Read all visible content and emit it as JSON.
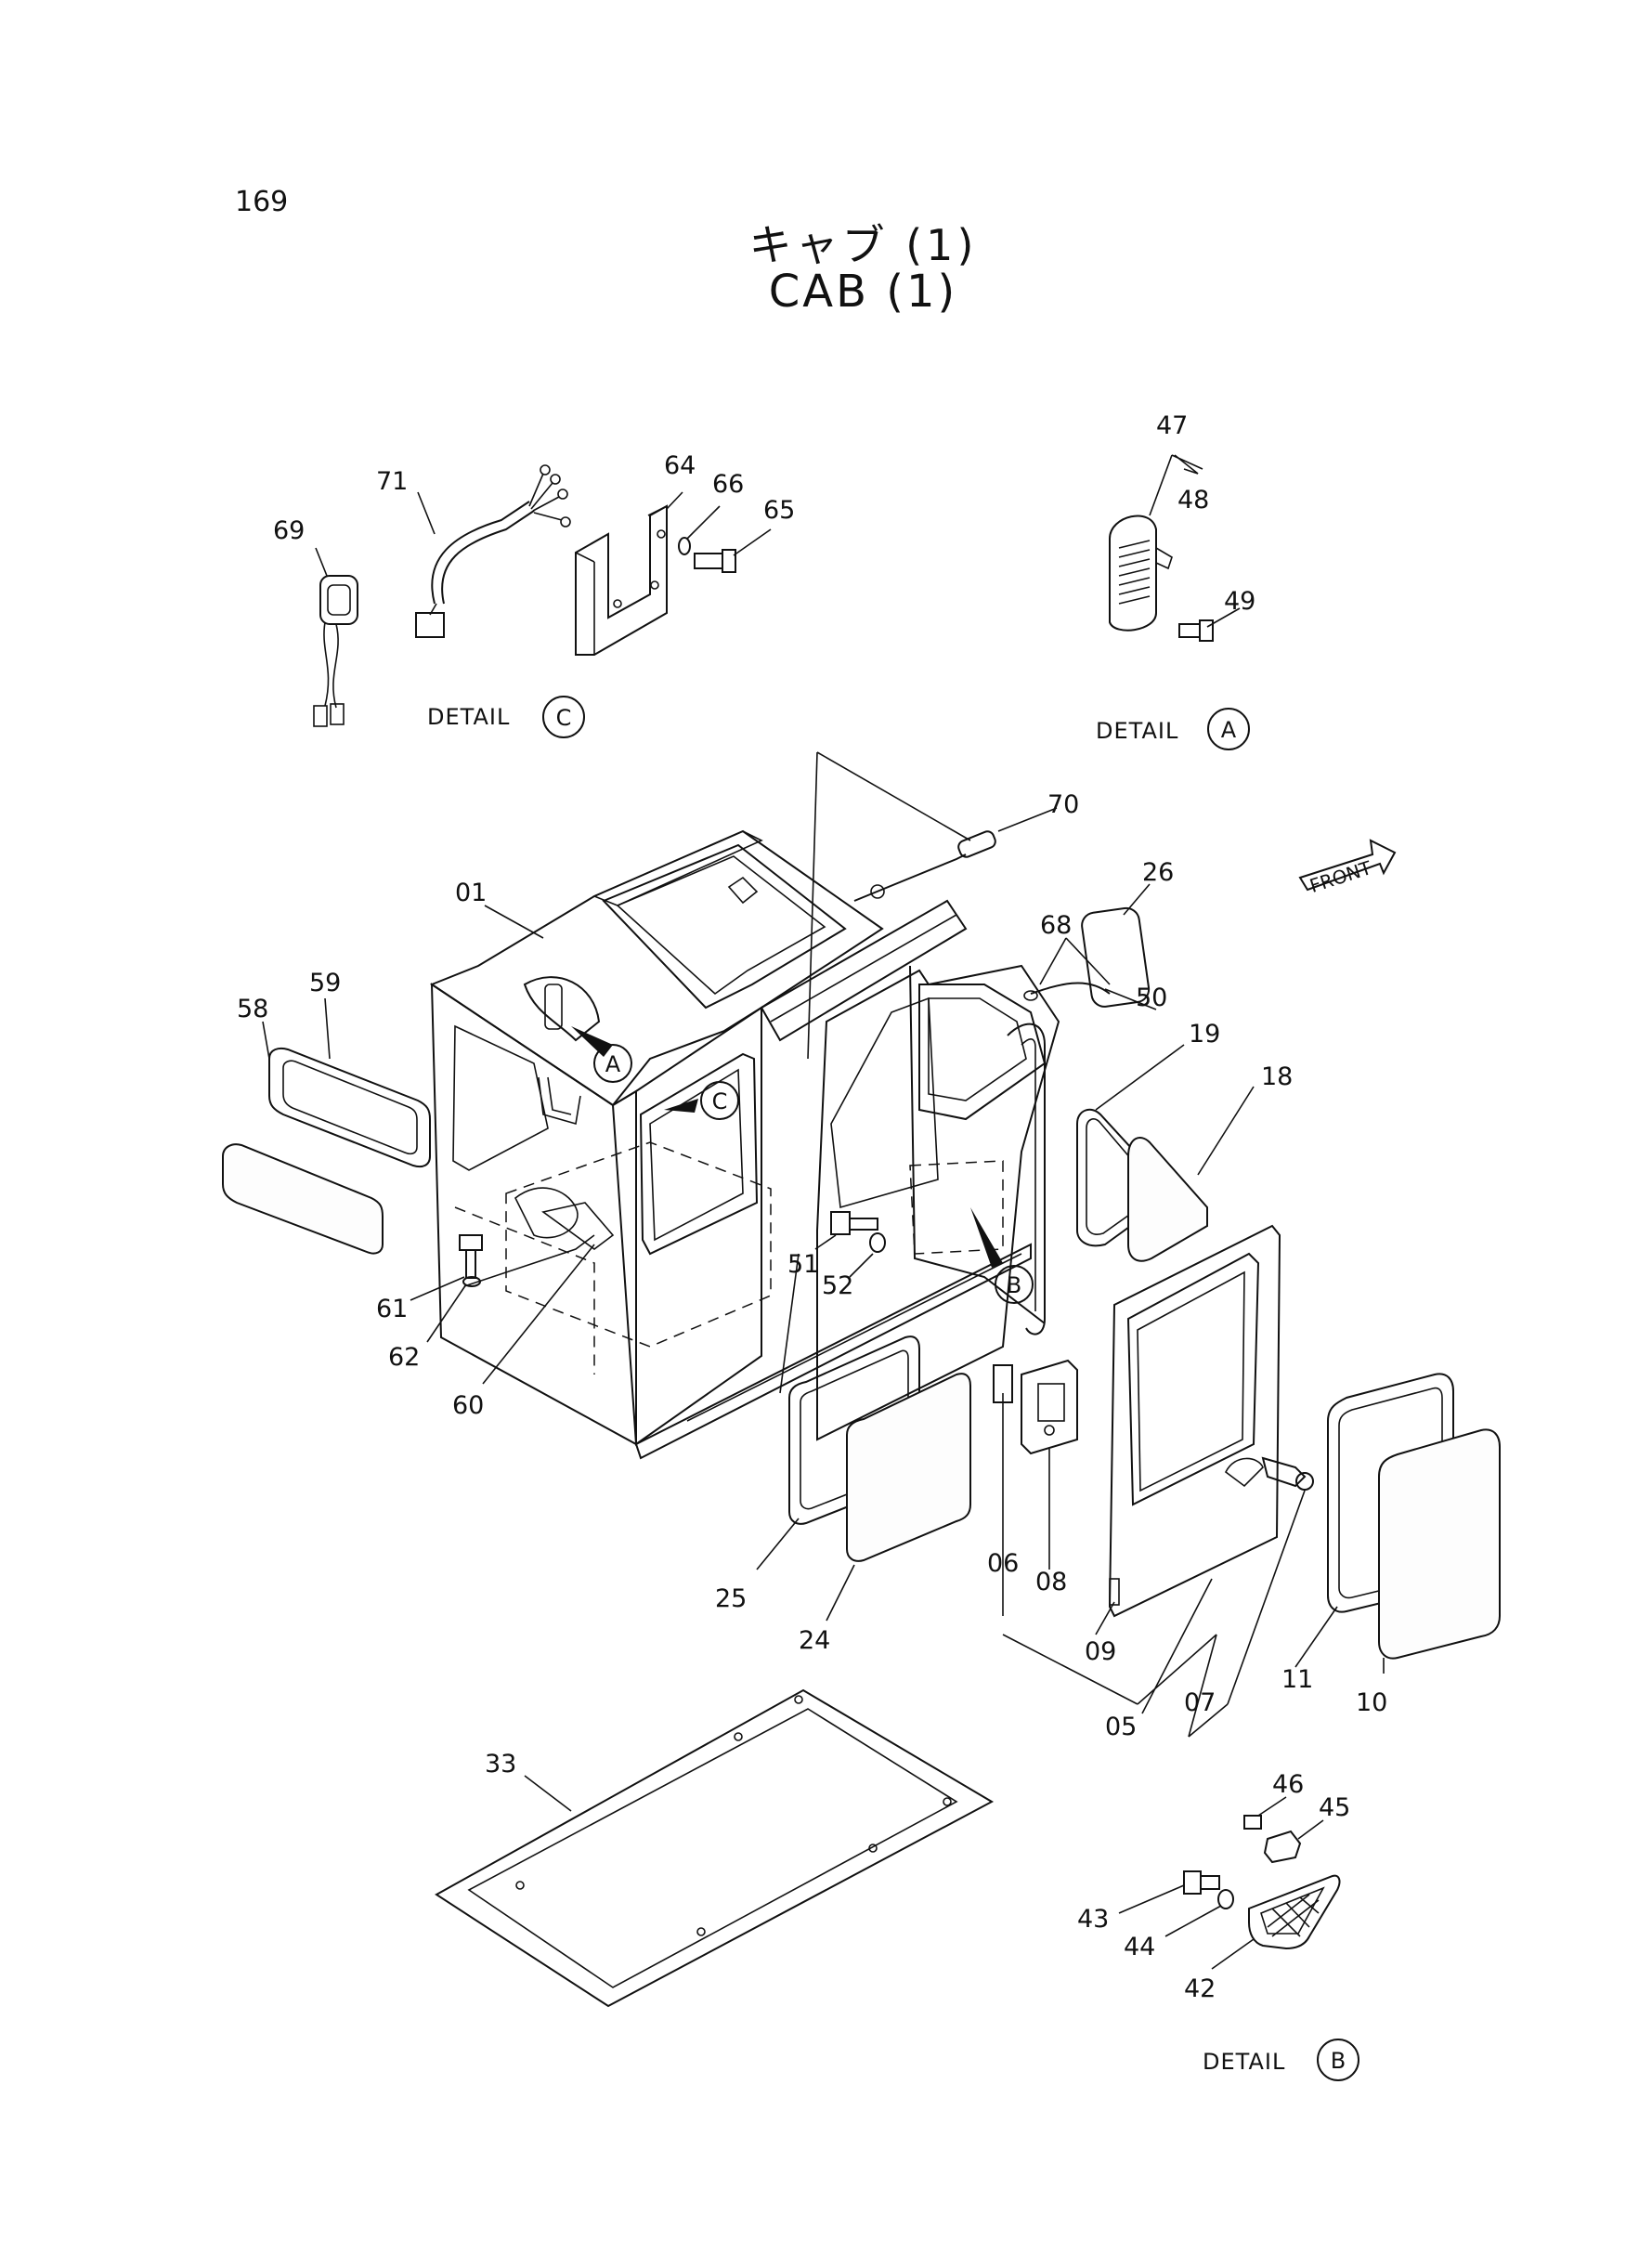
{
  "page_number": "169",
  "title_jp": "キャブ (1)",
  "title_en": "CAB (1)",
  "details": {
    "c_label": "DETAIL",
    "c_letter": "C",
    "a_label": "DETAIL",
    "a_letter": "A",
    "b_label": "DETAIL",
    "b_letter": "B"
  },
  "callouts": {
    "a": "A",
    "b": "B",
    "c": "C"
  },
  "front_label": "FRONT",
  "parts": {
    "p01": "01",
    "p05": "05",
    "p06": "06",
    "p07": "07",
    "p08": "08",
    "p09": "09",
    "p10": "10",
    "p11": "11",
    "p18": "18",
    "p19": "19",
    "p24": "24",
    "p25": "25",
    "p26": "26",
    "p33": "33",
    "p42": "42",
    "p43": "43",
    "p44": "44",
    "p45": "45",
    "p46": "46",
    "p47": "47",
    "p48": "48",
    "p49": "49",
    "p50": "50",
    "p51": "51",
    "p52": "52",
    "p58": "58",
    "p59": "59",
    "p60": "60",
    "p61": "61",
    "p62": "62",
    "p64": "64",
    "p65": "65",
    "p66": "66",
    "p68": "68",
    "p69": "69",
    "p70": "70",
    "p71": "71"
  }
}
